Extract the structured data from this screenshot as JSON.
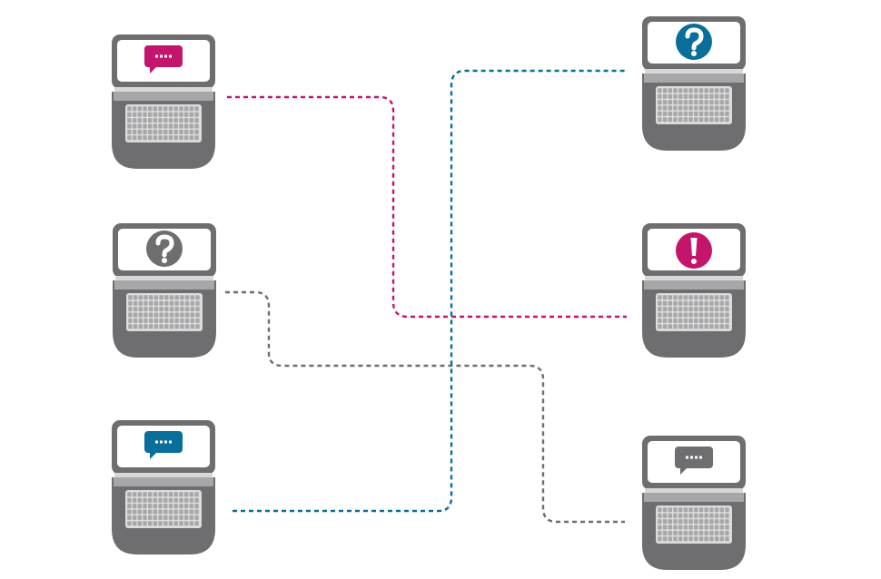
{
  "colors": {
    "magenta": "#c4156d",
    "blue": "#0a6e9b",
    "gray": "#6e6e70",
    "laptop_dark": "#6e6e70",
    "laptop_mid": "#a7a7a9",
    "laptop_light": "#d8d8d9",
    "key": "#dcdcdd",
    "screen": "#ffffff"
  },
  "laptops": [
    {
      "id": "left-1",
      "side": "left",
      "screen_icon": "chat-bubble-icon",
      "icon_color": "magenta"
    },
    {
      "id": "left-2",
      "side": "left",
      "screen_icon": "question-circle-icon",
      "icon_color": "gray"
    },
    {
      "id": "left-3",
      "side": "left",
      "screen_icon": "chat-bubble-icon",
      "icon_color": "blue"
    },
    {
      "id": "right-1",
      "side": "right",
      "screen_icon": "question-circle-icon",
      "icon_color": "blue"
    },
    {
      "id": "right-2",
      "side": "right",
      "screen_icon": "exclamation-circle-icon",
      "icon_color": "magenta"
    },
    {
      "id": "right-3",
      "side": "right",
      "screen_icon": "chat-bubble-icon",
      "icon_color": "gray"
    }
  ],
  "connections": [
    {
      "from": "left-1",
      "to": "right-2",
      "color": "magenta",
      "style": "dashed"
    },
    {
      "from": "left-2",
      "to": "right-3",
      "color": "gray",
      "style": "dashed"
    },
    {
      "from": "left-3",
      "to": "right-1",
      "color": "blue",
      "style": "dashed"
    }
  ]
}
